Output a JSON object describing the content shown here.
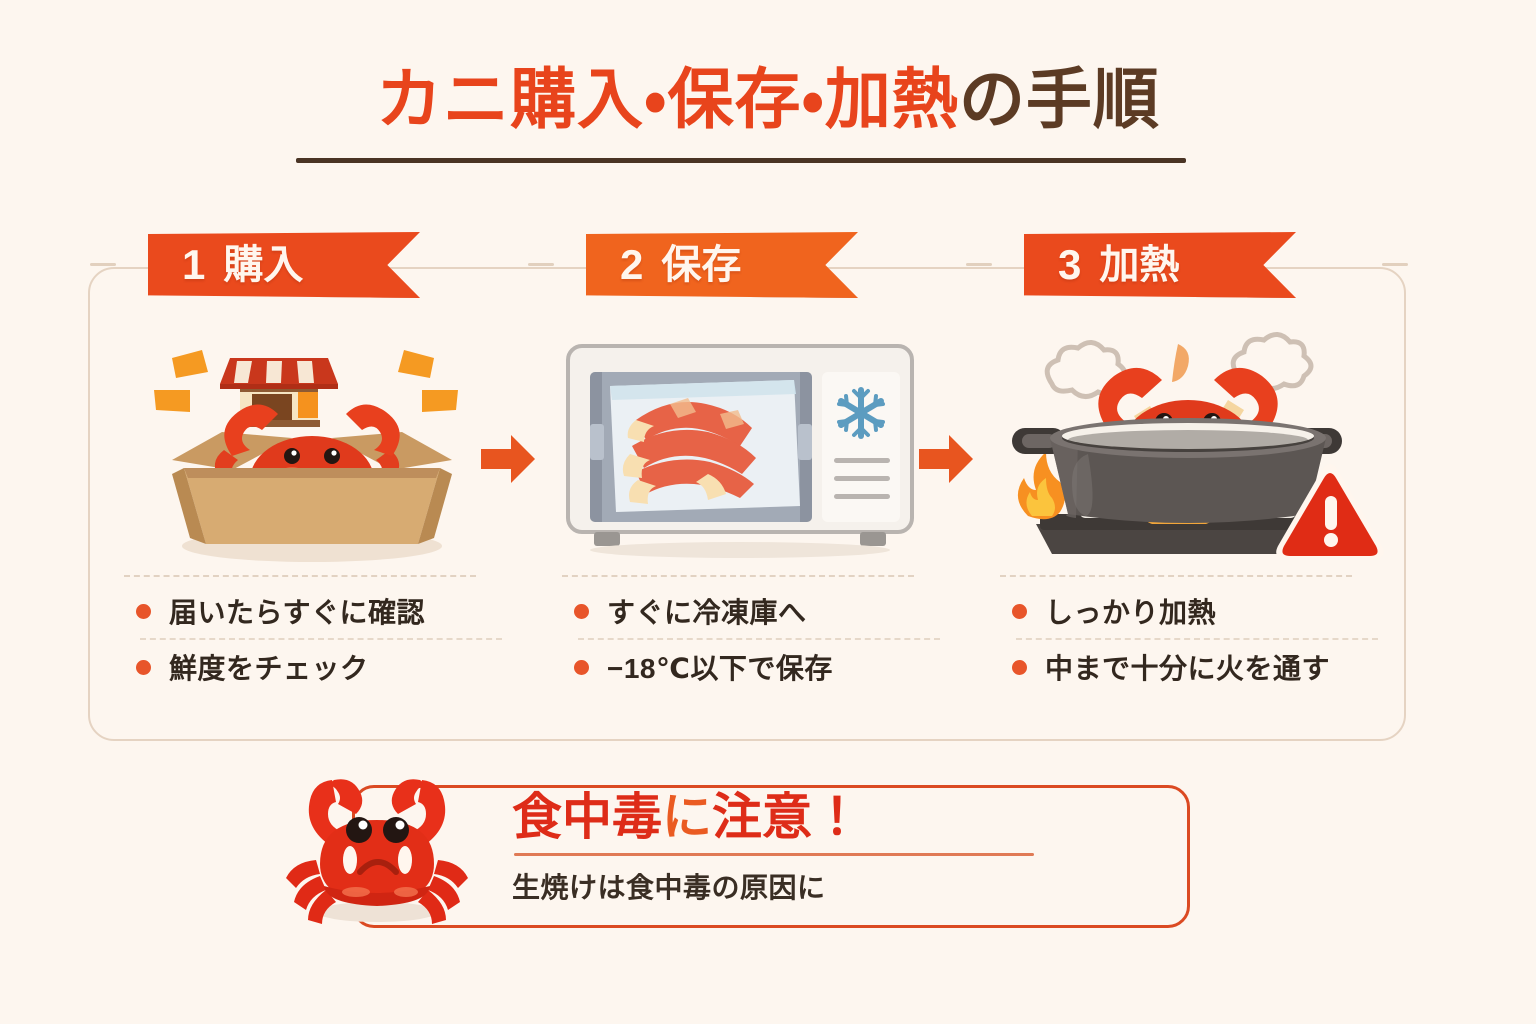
{
  "page": {
    "background_color": "#FDF6EF",
    "title_parts": [
      {
        "text": "カニ購入・保存・加熱",
        "color": "#E8441C"
      },
      {
        "text": "の手順",
        "color": "#5C3B24"
      }
    ],
    "title_full": "カニ購入・保存・加熱の手順"
  },
  "steps": [
    {
      "number": "1",
      "label": "購入",
      "banner_color": "#EA4A1D",
      "illustration": "crab-in-delivery-box-with-shop-icon",
      "bullets": [
        "届いたらすぐに確認",
        "鮮度をチェック"
      ]
    },
    {
      "number": "2",
      "label": "保存",
      "banner_color": "#F0641E",
      "illustration": "freezer-with-packed-crab-legs-and-snowflake",
      "bullets": [
        "すぐに冷凍庫へ",
        "−18℃以下で保存"
      ]
    },
    {
      "number": "3",
      "label": "加熱",
      "banner_color": "#EA4A1D",
      "illustration": "crab-in-pot-on-stove-with-warning-triangle",
      "bullets": [
        "しっかり加熱",
        "中まで十分に火を通す"
      ]
    }
  ],
  "connector_arrows": {
    "count": 2,
    "color": "#E8551F",
    "direction": "right"
  },
  "footer": {
    "mascot": "sad-crab",
    "title_parts": [
      {
        "text": "食中毒",
        "color": "#DE2C18"
      },
      {
        "text": "に",
        "color": "#EA5B22"
      },
      {
        "text": "注意！",
        "color": "#DE2C18"
      }
    ],
    "title_full": "食中毒に注意！",
    "subtitle": "生焼けは食中毒の原因に",
    "border_color": "#DB4A22"
  },
  "accent_colors": {
    "red": "#E8441C",
    "orange": "#F0641E",
    "brown": "#5C3B24",
    "snowflake_blue": "#5C9CC0",
    "flame_orange": "#F79021"
  }
}
